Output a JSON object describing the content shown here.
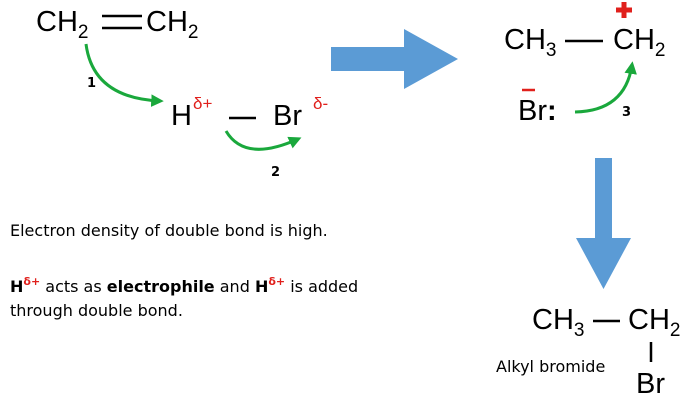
{
  "reactants": {
    "alkene_left": "CH",
    "alkene_left_sub": "2",
    "alkene_right": "CH",
    "alkene_right_sub": "2",
    "hydrogen": "H",
    "hydrogen_charge": "δ+",
    "bromine": "Br",
    "bromine_charge": "δ-"
  },
  "steps": {
    "one": "1",
    "two": "2",
    "three": "3"
  },
  "intermediate": {
    "methyl": "CH",
    "methyl_sub": "3",
    "carbocation": "CH",
    "carbocation_sub": "2",
    "bromide": "Br",
    "bromide_lone_pair": ":"
  },
  "product": {
    "methyl": "CH",
    "methyl_sub": "3",
    "methylene": "CH",
    "methylene_sub": "2",
    "bromine": "Br",
    "name": "Alkyl bromide"
  },
  "notes": {
    "line1": "Electron density of double bond is high.",
    "h": "H",
    "delta_plus": "δ+",
    "acts_as": " acts as ",
    "electrophile": "electrophile",
    "and": " and ",
    "is_added": " is added",
    "line3": "through double bond."
  },
  "colors": {
    "curved_arrow": "#1aa83c",
    "block_arrow": "#5b9bd5",
    "charge": "#e0201c"
  }
}
